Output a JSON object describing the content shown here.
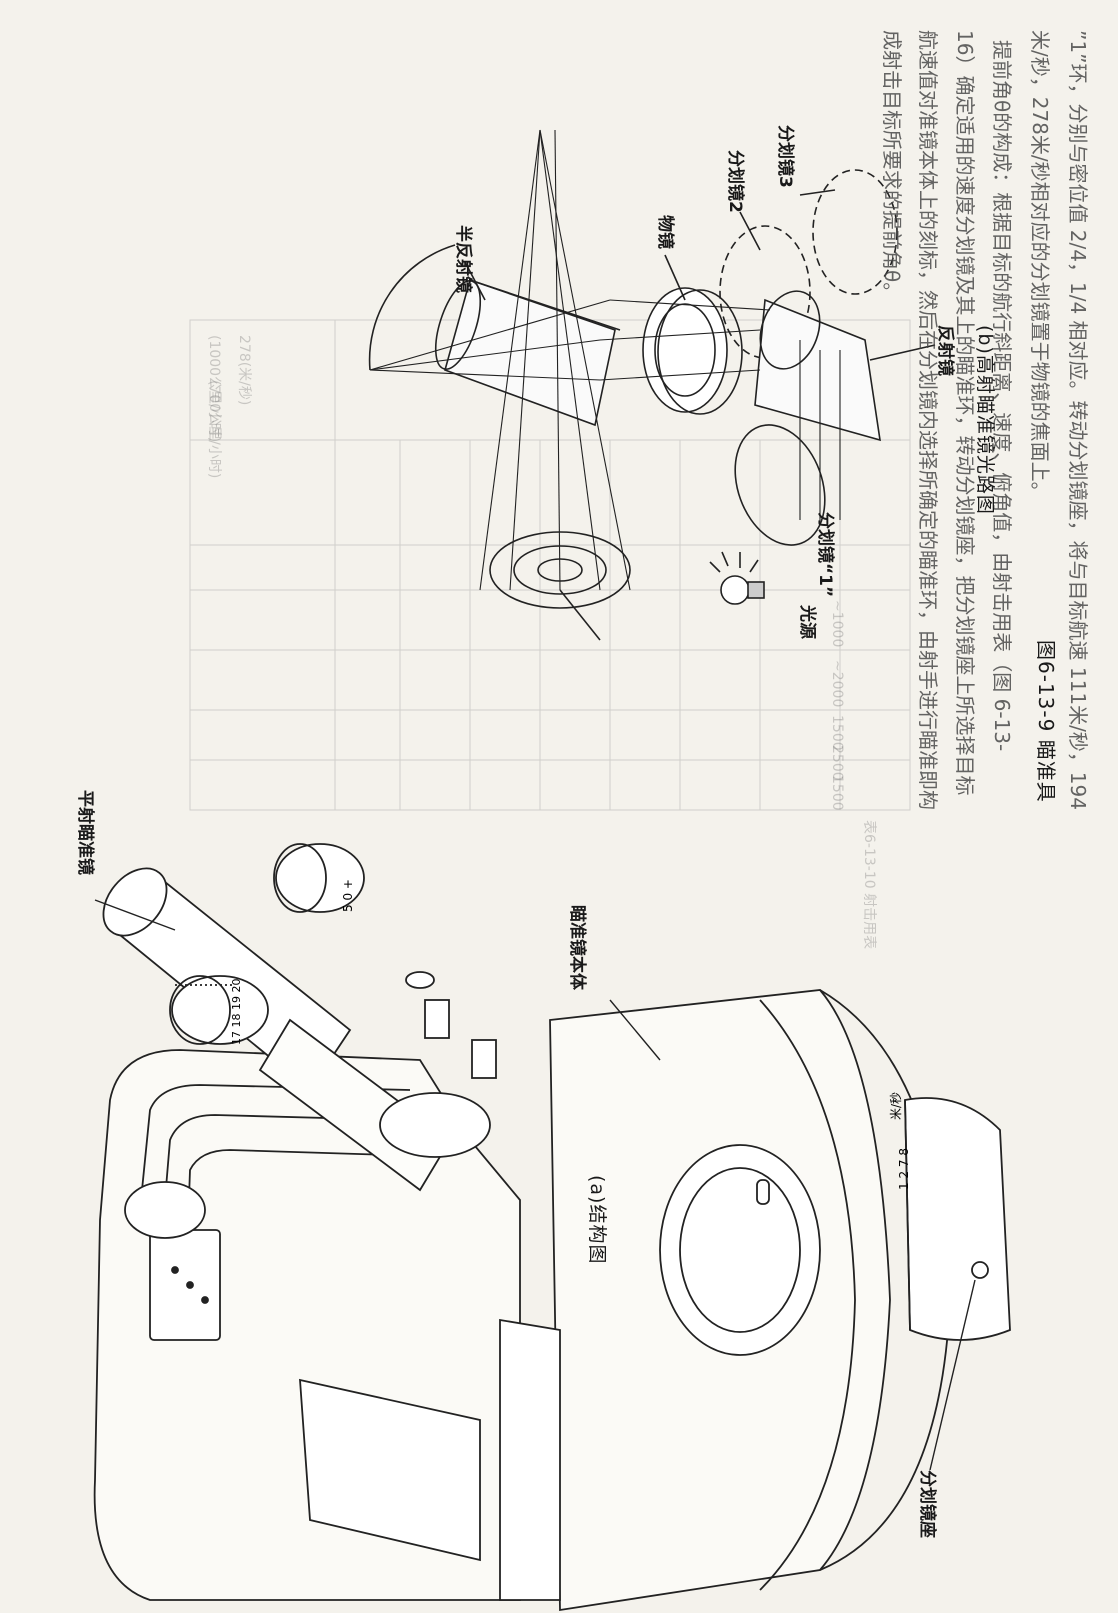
{
  "text_lines": [
    "”1”环，分别与密位值 2/4，1/4 相对应。转动分划镜座，将与目标航速 111米/秒，194",
    "米/秒，278米/秒相对应的分划镜置于物镜的焦面上。",
    "提前角θ的构成：根据目标的航行斜距离、速度、俯角值，由射击用表（图 6-13-",
    "16）确定适用的速度分划镜及其上的瞄准环，转动分划镜座，把分划镜座上所选择目标",
    "航速值对准镜本体上的刻标，然后在分划镜内选择所确定的瞄准环，由射手进行瞄准即构",
    "成射击目标所要求的提前角θ。"
  ],
  "figure_a": {
    "labels": {
      "flat_scope": "平射瞄准镜",
      "body": "瞄准镜本体",
      "reticle_seat": "分划镜座",
      "dial_numbers": "17 18 19 20",
      "dial2_numbers": "5 0 +",
      "speed_marks": "1 2 7 8",
      "speed_unit": "米/秒"
    },
    "caption": "(a)结构图"
  },
  "figure_b": {
    "labels": {
      "half_mirror": "半反射镜",
      "reticle2": "分划镜2",
      "reticle3": "分划镜3",
      "objective": "物镜",
      "light_source": "光源",
      "reticle1": "分划镜“1”",
      "mirror": "反射镜"
    },
    "caption": "(b)高射瞄准镜光路图"
  },
  "figure_caption": "图6-13-9    瞄准具",
  "background_table": {
    "header_cells": [
      "278(米/秒)",
      "(1000公里/小时)",
      "(700公里/小时)"
    ],
    "row_values": [
      "~1000",
      "~2000",
      "1500",
      "2500",
      "1500"
    ],
    "footnote": "表6-13-10 射击用表"
  }
}
